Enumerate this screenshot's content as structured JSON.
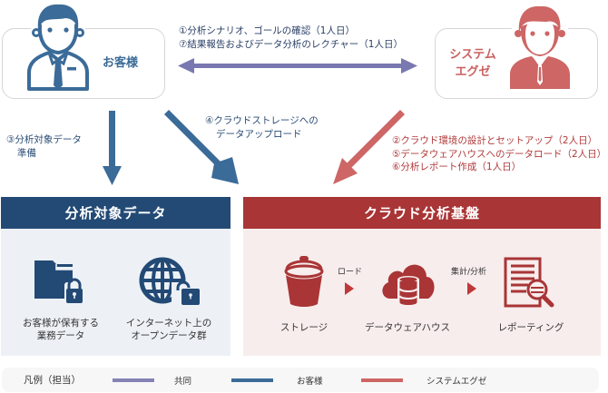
{
  "actors": {
    "customer": {
      "label": "お客様",
      "icon": "person-icon",
      "color": "#3b6b98"
    },
    "vendor": {
      "label_line1": "システム",
      "label_line2": "エグゼ",
      "icon": "person-icon",
      "color": "#cd6665"
    }
  },
  "notes": {
    "shared": [
      "①分析シナリオ、ゴールの確認（1人日）",
      "⑦結果報告およびデータ分析のレクチャー（1人日）"
    ],
    "customer_prep": [
      "③分析対象データ",
      "準備"
    ],
    "upload": [
      "④クラウドストレージへの",
      "データアップロード"
    ],
    "vendor": [
      "②クラウド環境の設計とセットアップ（2人日）",
      "⑤データウェアハウスへのデータロード（2人日）",
      "⑥分析レポート作成（1人日）"
    ]
  },
  "panels": {
    "data": {
      "title": "分析対象データ",
      "color": "#234a75",
      "items": [
        {
          "icon": "locked-folder-icon",
          "line1": "お客様が保有する",
          "line2": "業務データ"
        },
        {
          "icon": "locked-globe-icon",
          "line1": "インターネット上の",
          "line2": "オープンデータ群"
        }
      ]
    },
    "cloud": {
      "title": "クラウド分析基盤",
      "color": "#a93536",
      "items": [
        {
          "icon": "bucket-icon",
          "label": "ストレージ"
        },
        {
          "icon": "cloud-database-icon",
          "label": "データウェアハウス"
        },
        {
          "icon": "report-search-icon",
          "label": "レポーティング"
        }
      ],
      "steps": [
        "ロード",
        "集計/分析"
      ]
    }
  },
  "legend": {
    "title": "凡例（担当）",
    "entries": [
      {
        "label": "共同",
        "color": "#8582b5"
      },
      {
        "label": "お客様",
        "color": "#3b6b98"
      },
      {
        "label": "システムエグゼ",
        "color": "#cd6665"
      }
    ]
  },
  "colors": {
    "shared_arrow": "#7a78b0",
    "customer_arrow": "#3b6b98",
    "vendor_arrow": "#cd6665"
  }
}
